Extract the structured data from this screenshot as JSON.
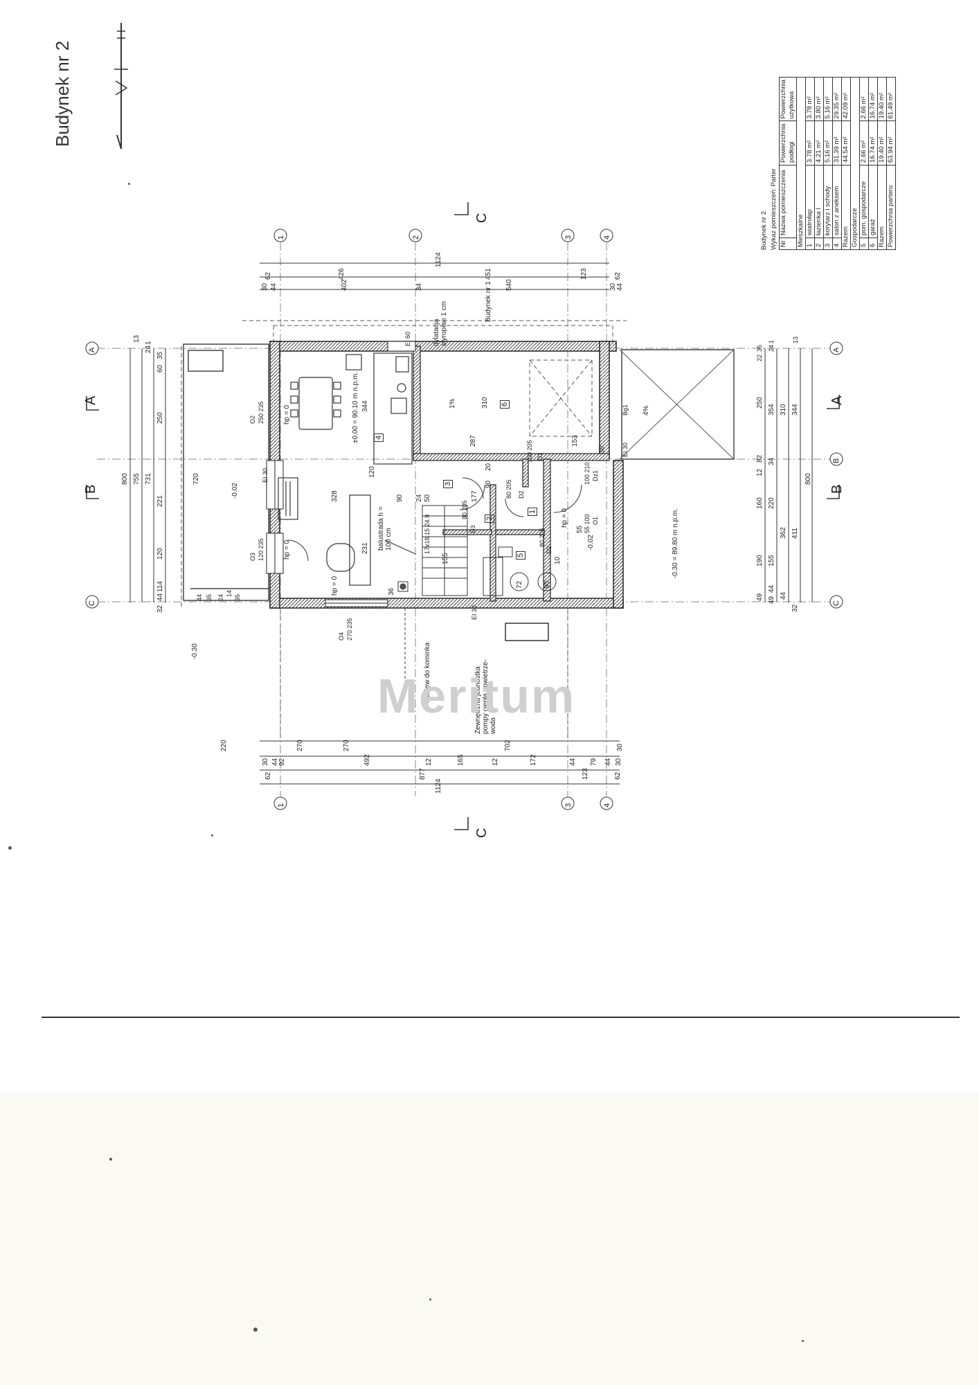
{
  "title": "Budynek nr 2",
  "table": {
    "caption1": "Budynek nr 2",
    "caption2": "Wykaz pomieszczeń: Parter",
    "headers": [
      "Nr",
      "Nazwa pomieszczenia",
      "Powierzchnia podłogi",
      "Powierzchnia użytkowa"
    ],
    "group1": "Mieszkalne",
    "rows1": [
      {
        "nr": "1",
        "name": "wiatrołap",
        "floor": "3.78 m²",
        "usable": "3.78 m²"
      },
      {
        "nr": "2",
        "name": "łazienka I",
        "floor": "4.21 m²",
        "usable": "3.80 m²"
      },
      {
        "nr": "3",
        "name": "korytarz i schody",
        "floor": "5.16 m²",
        "usable": "5.16 m²"
      },
      {
        "nr": "4",
        "name": "salon z aneksem",
        "floor": "31.39 m²",
        "usable": "29.35 m²"
      }
    ],
    "sum1": {
      "name": "Razem",
      "floor": "44.54 m²",
      "usable": "42.09 m²"
    },
    "group2": "Gospodarcze",
    "rows2": [
      {
        "nr": "5",
        "name": "pom. gospodarcze",
        "floor": "2.66 m²",
        "usable": "2.66 m²"
      },
      {
        "nr": "6",
        "name": "garaż",
        "floor": "16.74 m²",
        "usable": "16.74 m²"
      }
    ],
    "sum2": {
      "name": "Razem",
      "floor": "19.40 m²",
      "usable": "19.40 m²"
    },
    "total": {
      "name": "Powierzchnia parteru",
      "floor": "63.94 m²",
      "usable": "61.49 m²"
    }
  },
  "plan": {
    "axes": [
      "1",
      "2",
      "3",
      "4",
      "A",
      "B",
      "C"
    ],
    "sections": [
      "A",
      "B",
      "C"
    ],
    "top_dims": {
      "row1": "1124",
      "row2": [
        "62",
        "426",
        "451",
        "123",
        "62"
      ],
      "row3": [
        "30",
        "44",
        "402",
        "34",
        "540",
        "30",
        "44"
      ]
    },
    "bottom_dims": {
      "row1": [
        "220",
        "270",
        "270",
        "702",
        "30"
      ],
      "row2": [
        "30",
        "44",
        "92",
        "492",
        "12",
        "165",
        "12",
        "172",
        "44",
        "79",
        "44",
        "30"
      ],
      "row3": [
        "62",
        "877",
        "123",
        "62"
      ],
      "row4": "1124"
    },
    "left_dims": {
      "total": "800",
      "row2": [
        "755",
        "13"
      ],
      "row3": [
        "731",
        "24",
        "1"
      ],
      "row4": [
        "60",
        "35",
        "250",
        "221",
        "120",
        "114",
        "44",
        "32"
      ],
      "terrace": "720",
      "small": [
        "24",
        "14",
        "35",
        "44",
        "35"
      ]
    },
    "right_dims": {
      "total": "800",
      "row_a": [
        "22",
        "35",
        "24",
        "1",
        "13"
      ],
      "row_b": [
        "250",
        "82",
        "12",
        "160",
        "190",
        "49"
      ],
      "row_c": [
        "354",
        "34",
        "220",
        "155",
        "44",
        "49"
      ],
      "row_d": [
        "310",
        "362",
        "44"
      ],
      "row_e": [
        "344",
        "411",
        "32"
      ]
    },
    "labels": {
      "dylatacja": "dylatacja styropian 1 cm",
      "budynek1": "Budynek nr 1",
      "ei60": "EI 60",
      "ei30": "EI 30",
      "level_main": "±0.00 = 90.10 m n.p.m.",
      "level_outside": "-0.30 = 89.80 m n.p.m.",
      "level_terrace": "-0.02",
      "level_entry": "-0.30",
      "level_garage": "-0.02",
      "hp0": "hp = 0",
      "balustrada": "balustrada h = 100 cm",
      "stairs": "17x18.15 24.9",
      "nawiew": "nawiew do kominka",
      "heatpump": "Zewnętrzna jednostka pompy ciepła powietrze-woda",
      "slope": "1%",
      "slope2": "4%",
      "watermark": "Meritum"
    },
    "openings": [
      {
        "id": "O2",
        "size": "250 235"
      },
      {
        "id": "O3",
        "size": "120 235"
      },
      {
        "id": "O4",
        "size": "270 235"
      },
      {
        "id": "D1",
        "size": "100 205"
      },
      {
        "id": "D2",
        "size": "80 205"
      },
      {
        "id": "D3",
        "size": "80 205"
      },
      {
        "id": "D2",
        "size": "80 205"
      },
      {
        "id": "Dz1",
        "size": "100 210"
      },
      {
        "id": "O1",
        "size": "55 100"
      },
      {
        "id": "Bg1",
        "size": ""
      }
    ],
    "rooms": [
      "1",
      "2",
      "3",
      "4",
      "5",
      "6"
    ],
    "inner_dims": [
      "344",
      "328",
      "231",
      "120",
      "310",
      "287",
      "153",
      "90",
      "24",
      "50",
      "177",
      "90",
      "20",
      "36",
      "30",
      "72",
      "90",
      "155",
      "55",
      "10"
    ]
  }
}
